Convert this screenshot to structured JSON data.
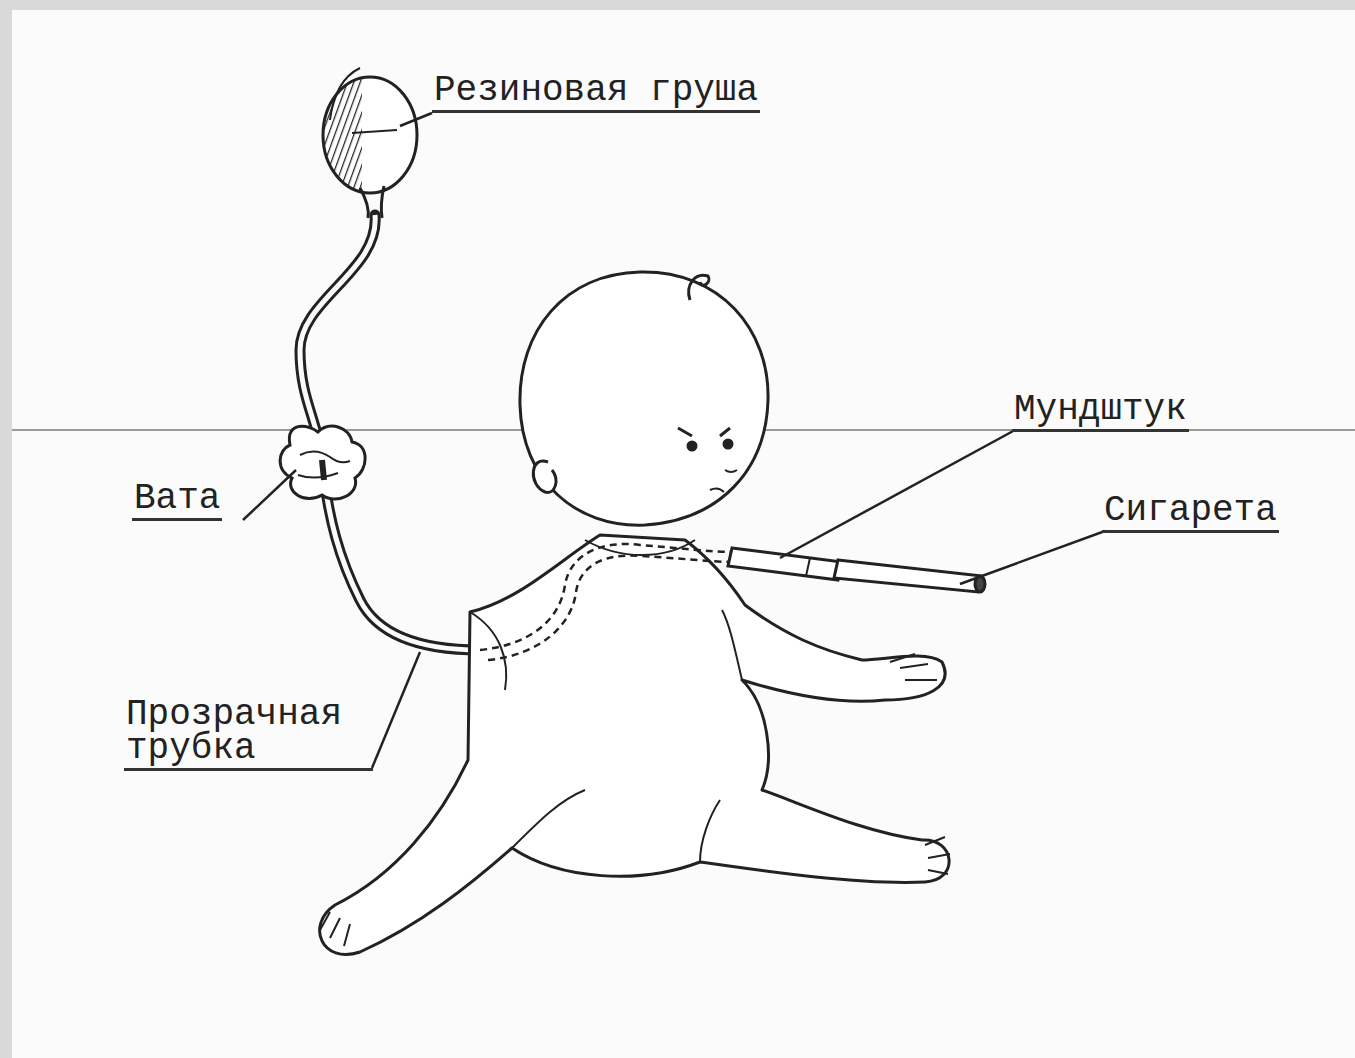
{
  "diagram": {
    "labels": [
      "Резиновая груша",
      "Мундштук",
      "Вата",
      "Сигарета",
      "Прозрачная трубка"
    ]
  }
}
